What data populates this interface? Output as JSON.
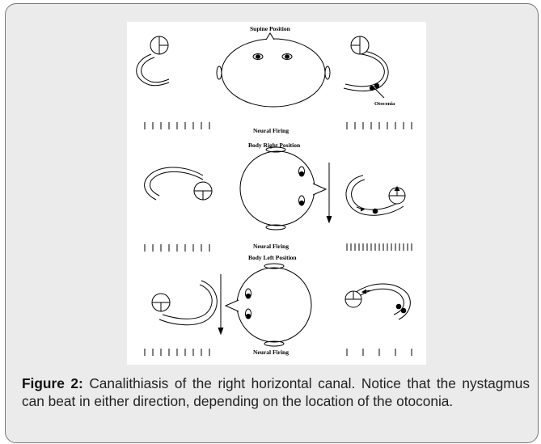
{
  "diagram": {
    "labels": {
      "supine": "Supine Position",
      "otoconia": "Otoconia",
      "neural_firing_1": "Neural Firing",
      "body_right": "Body Right Position",
      "neural_firing_2": "Neural Firing",
      "body_left": "Body Left Position",
      "neural_firing_3": "Neural Firing"
    }
  },
  "caption": {
    "label": "Figure 2:",
    "text": " Canalithiasis of the right horizontal canal. Notice that the nystagmus can beat in either direction, depending on the location of the otoconia."
  }
}
